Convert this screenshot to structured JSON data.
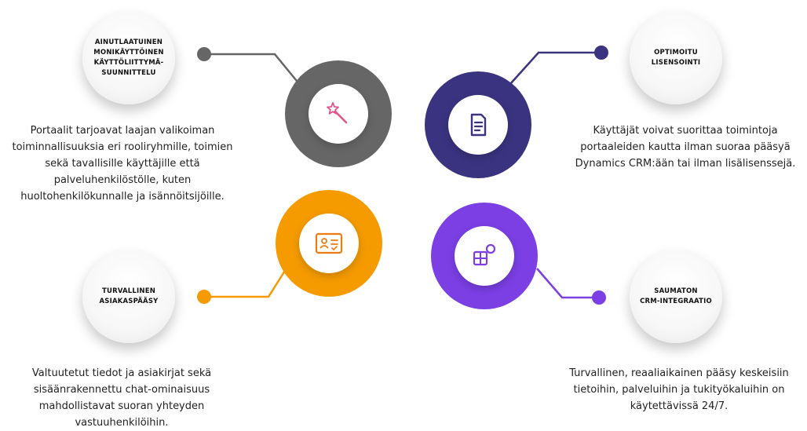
{
  "features": [
    {
      "title": "AINUTLAATUINEN\nMONIKÄYTTÖINEN\nKÄYTTÖLIITTYMÄ-\nSUUNNITTELU",
      "description": "Portaalit tarjoavat laajan valikoiman toiminnallisuuksia eri rooliryhmille, toimien sekä tavallisille käyttäjille että palveluhenkilöstölle, kuten huoltohenkilökunnalle ja isännöitsijöille.",
      "color": "#666666",
      "icon": "magic-wand-icon"
    },
    {
      "title": "OPTIMOITU\nLISENSOINTI",
      "description": "Käyttäjät voivat suorittaa toimintoja portaaleiden kautta ilman suoraa pääsyä Dynamics CRM:ään tai ilman lisälisenssejä.",
      "color": "#3a3380",
      "icon": "document-icon"
    },
    {
      "title": "TURVALLINEN\nASIAKASPÄÄSY",
      "description": "Valtuutetut tiedot ja asiakirjat sekä sisäänrakennettu chat-ominaisuus mahdollistavat suoran yhteyden vastuuhenkilöihin.",
      "color": "#f59b00",
      "icon": "id-card-icon"
    },
    {
      "title": "SAUMATON\nCRM-INTEGRAATIO",
      "description": "Turvallinen, reaaliaikainen pääsy keskeisiin tietoihin, palveluihin ja tukityökaluihin on käytettävissä 24/7.",
      "color": "#7b3fe4",
      "icon": "apps-icon"
    }
  ]
}
